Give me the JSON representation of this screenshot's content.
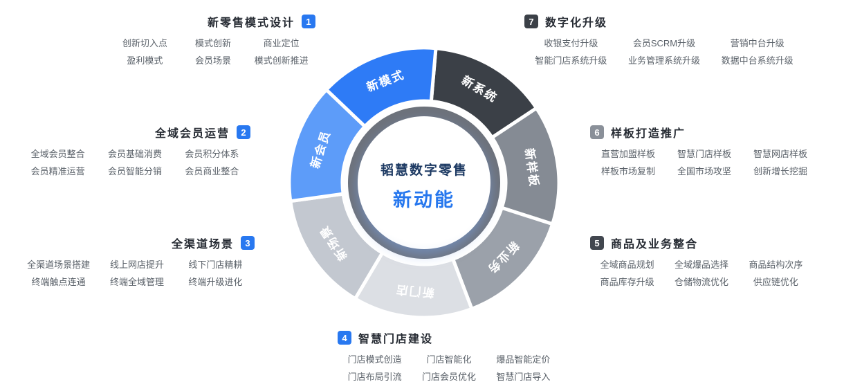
{
  "center": {
    "line1": "韬慧数字零售",
    "line2": "新动能",
    "line1_color": "#1d3a63",
    "line2_color": "#2677ee"
  },
  "donut": {
    "ring_color": "#6d727b",
    "segments": [
      {
        "label": "新系统",
        "color": "#3b4047"
      },
      {
        "label": "新样板",
        "color": "#858b94"
      },
      {
        "label": "新业务",
        "color": "#9ba1aa"
      },
      {
        "label": "新门店",
        "color": "#dcdfe4"
      },
      {
        "label": "新场景",
        "color": "#c3c8d0"
      },
      {
        "label": "新会员",
        "color": "#5d9cf9"
      },
      {
        "label": "新模式",
        "color": "#2e7bf6"
      }
    ]
  },
  "sections": [
    {
      "num": "1",
      "title": "新零售模式设计",
      "badge_color": "#2878f0",
      "items": [
        [
          "创新切入点",
          "模式创新",
          "商业定位"
        ],
        [
          "盈利模式",
          "会员场景",
          "模式创新推进"
        ]
      ]
    },
    {
      "num": "2",
      "title": "全域会员运营",
      "badge_color": "#2878f0",
      "items": [
        [
          "全域会员整合",
          "会员基础消费",
          "会员积分体系"
        ],
        [
          "会员精准运营",
          "会员智能分销",
          "会员商业整合"
        ]
      ]
    },
    {
      "num": "3",
      "title": "全渠道场景",
      "badge_color": "#2878f0",
      "items": [
        [
          "全渠道场景搭建",
          "线上网店提升",
          "线下门店精耕"
        ],
        [
          "终端触点连通",
          "终端全域管理",
          "终端升级进化"
        ]
      ]
    },
    {
      "num": "4",
      "title": "智慧门店建设",
      "badge_color": "#2878f0",
      "items": [
        [
          "门店模式创造",
          "门店智能化",
          "爆品智能定价"
        ],
        [
          "门店布局引流",
          "门店会员优化",
          "智慧门店导入"
        ]
      ]
    },
    {
      "num": "5",
      "title": "商品及业务整合",
      "badge_color": "#42474f",
      "items": [
        [
          "全域商品规划",
          "全域爆品选择",
          "商品结构次序"
        ],
        [
          "商品库存升级",
          "仓储物流优化",
          "供应链优化"
        ]
      ]
    },
    {
      "num": "6",
      "title": "样板打造推广",
      "badge_color": "#8a9099",
      "items": [
        [
          "直营加盟样板",
          "智慧门店样板",
          "智慧网店样板"
        ],
        [
          "样板市场复制",
          "全国市场攻坚",
          "创新增长挖掘"
        ]
      ]
    },
    {
      "num": "7",
      "title": "数字化升级",
      "badge_color": "#3b4047",
      "items": [
        [
          "收银支付升级",
          "会员SCRM升级",
          "营销中台升级"
        ],
        [
          "智能门店系统升级",
          "业务管理系统升级",
          "数据中台系统升级"
        ]
      ]
    }
  ]
}
